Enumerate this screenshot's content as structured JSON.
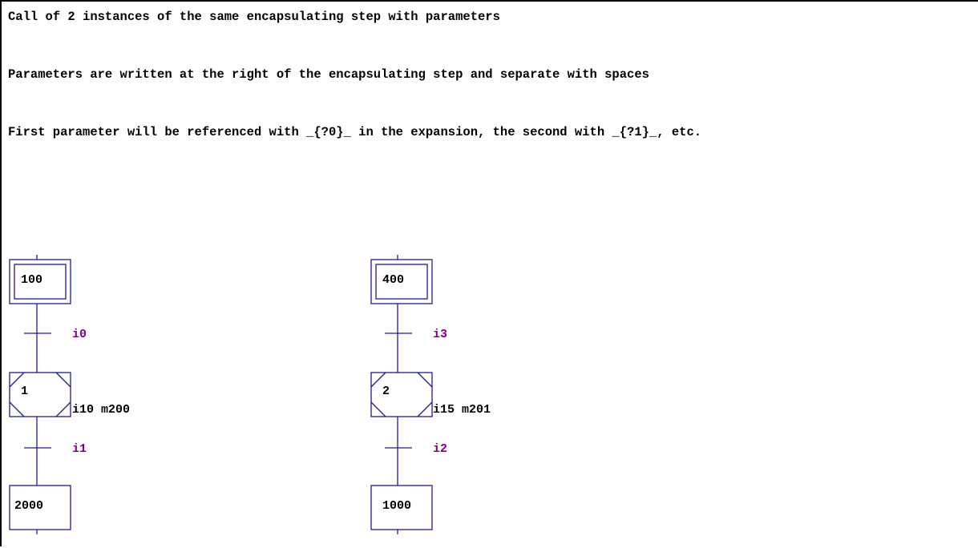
{
  "notes": {
    "line1": "Call of 2 instances of the same encapsulating step with parameters",
    "line2": "Parameters are written at the right of the encapsulating step and separate with spaces",
    "line3": "First parameter will be referenced with _{?0}_ in the expansion, the second with _{?1}_, etc."
  },
  "colors": {
    "diagram_line": "#1e1e8c",
    "condition_text": "#800080",
    "text": "#000000"
  },
  "grafcet": {
    "left": {
      "initial_step": "100",
      "transition1": "i0",
      "encapsulating_step": "1",
      "parameters": "i10 m200",
      "transition2": "i1",
      "final_step": "2000"
    },
    "right": {
      "initial_step": "400",
      "transition1": "i3",
      "encapsulating_step": "2",
      "parameters": "i15 m201",
      "transition2": "i2",
      "final_step": "1000"
    }
  }
}
